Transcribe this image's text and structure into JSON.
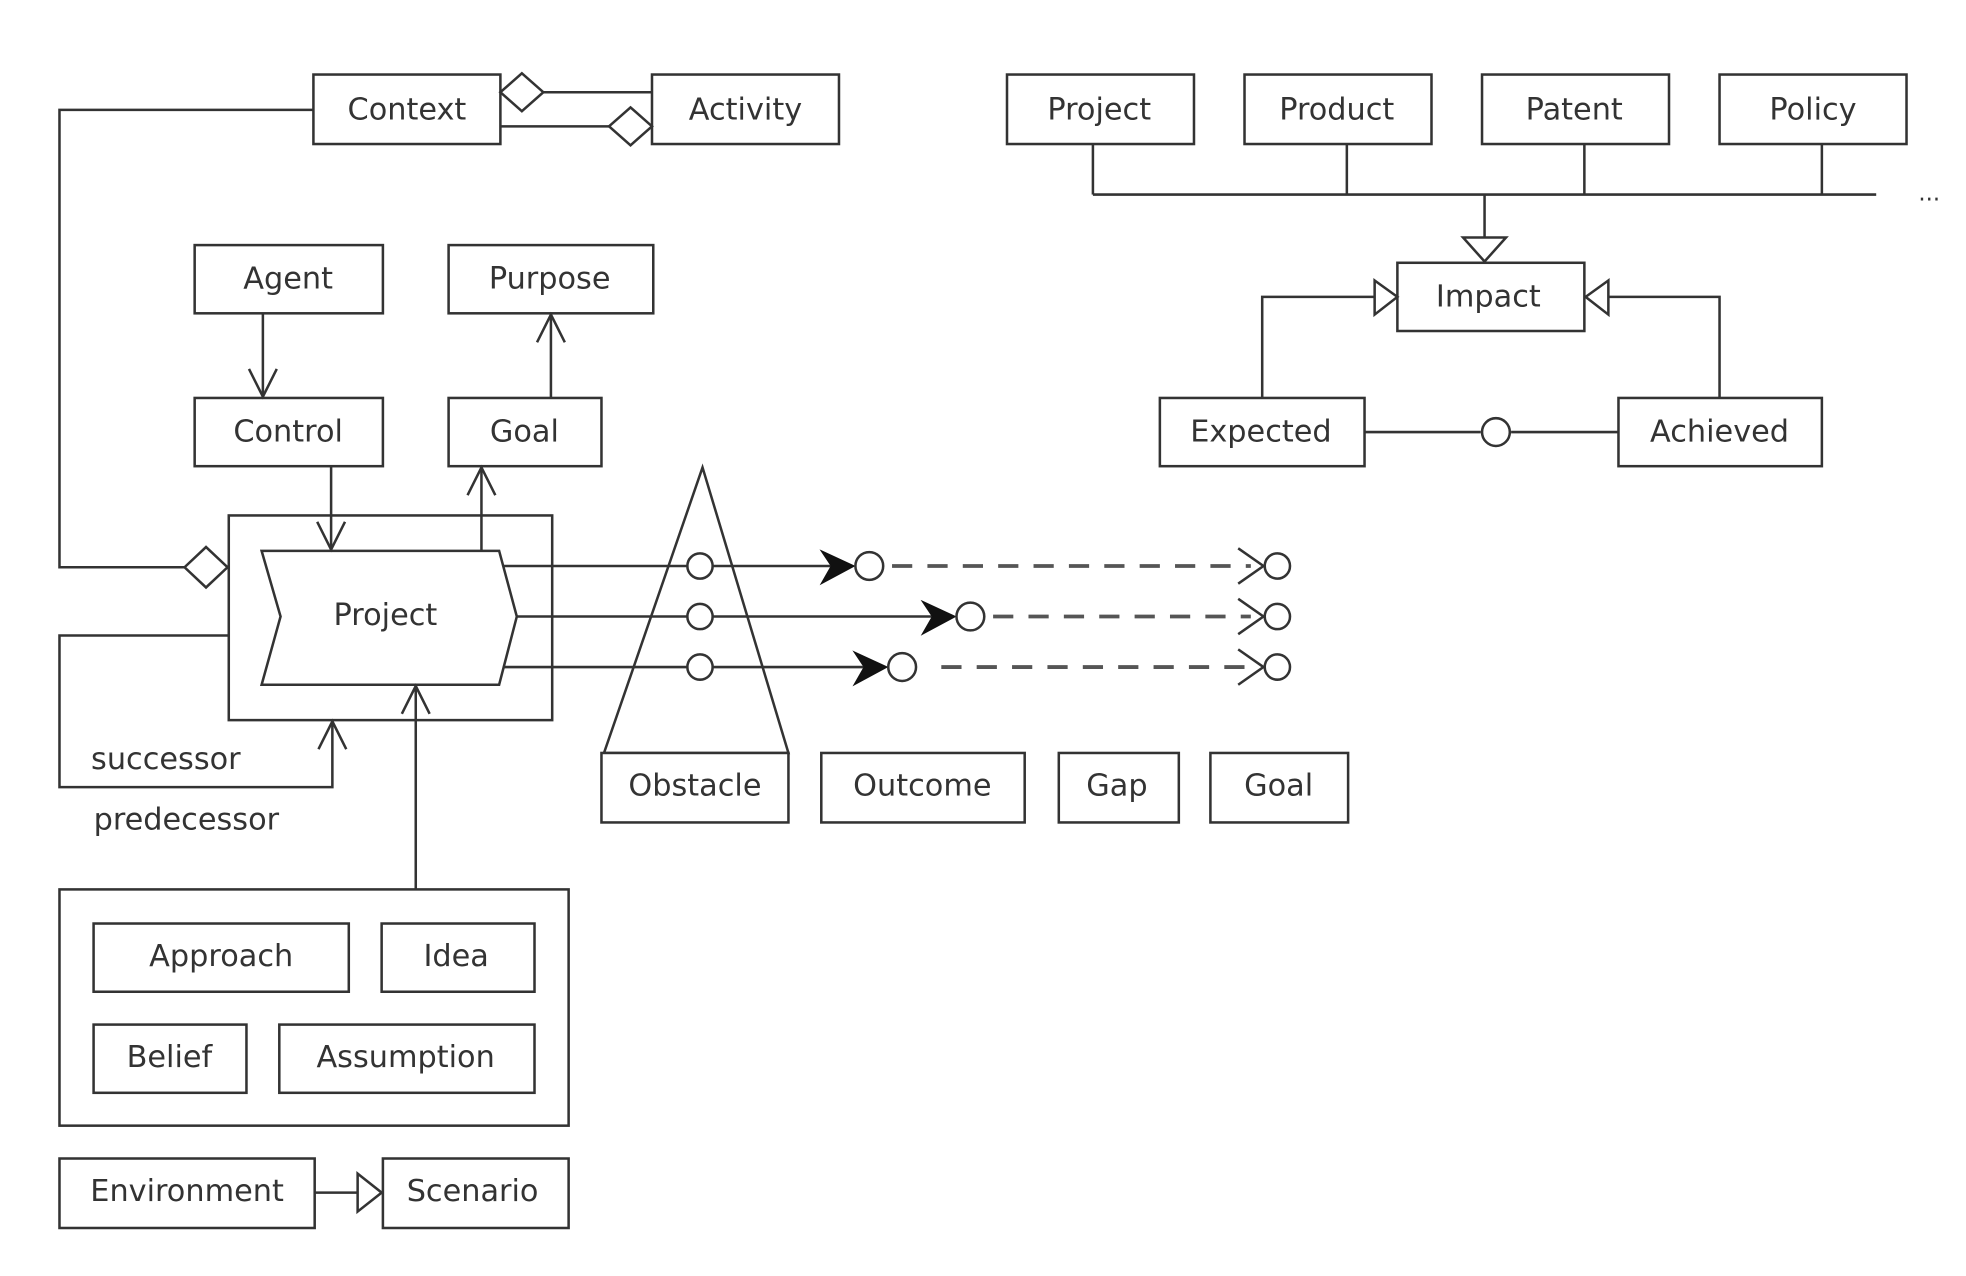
{
  "diagram": {
    "context": {
      "context_label": "Context",
      "activity_label": "Activity"
    },
    "control": {
      "agent_label": "Agent",
      "control_label": "Control",
      "purpose_label": "Purpose",
      "goal_label": "Goal"
    },
    "project": {
      "label": "Project",
      "successor_label": "successor",
      "predecessor_label": "predecessor"
    },
    "obstacle_row": [
      {
        "label": "Obstacle"
      },
      {
        "label": "Outcome"
      },
      {
        "label": "Gap"
      },
      {
        "label": "Goal"
      }
    ],
    "knowledge": [
      {
        "label": "Approach"
      },
      {
        "label": "Idea"
      },
      {
        "label": "Belief"
      },
      {
        "label": "Assumption"
      }
    ],
    "environment": {
      "environment_label": "Environment",
      "scenario_label": "Scenario"
    },
    "impact": {
      "sources": [
        {
          "label": "Project"
        },
        {
          "label": "Product"
        },
        {
          "label": "Patent"
        },
        {
          "label": "Policy"
        }
      ],
      "ellipsis": "...",
      "impact_label": "Impact",
      "expected_label": "Expected",
      "achieved_label": "Achieved"
    }
  }
}
